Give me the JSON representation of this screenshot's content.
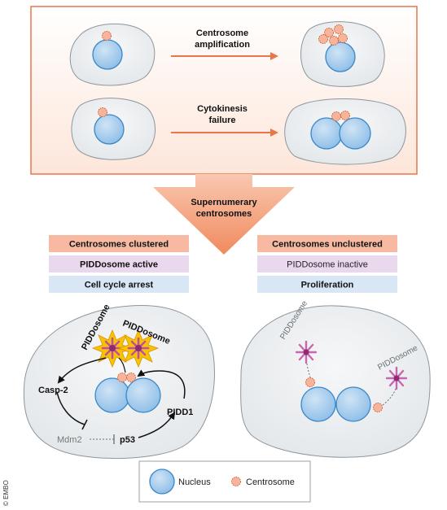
{
  "top_panel": {
    "row1_label_line1": "Centrosome",
    "row1_label_line2": "amplification",
    "row2_label_line1": "Cytokinesis",
    "row2_label_line1_b": "failure"
  },
  "funnel": {
    "line1": "Supernumerary",
    "line2": "centrosomes"
  },
  "left_boxes": {
    "box1": "Centrosomes clustered",
    "box2": "PIDDosome active",
    "box3": "Cell cycle arrest"
  },
  "right_boxes": {
    "box1": "Centrosomes unclustered",
    "box2": "PIDDosome inactive",
    "box3": "Proliferation"
  },
  "left_cell": {
    "piddosome_a": "PIDDosome",
    "piddosome_b": "PIDDosome",
    "casp2": "Casp-2",
    "mdm2": "Mdm2",
    "p53": "p53",
    "pidd1": "PIDD1"
  },
  "right_cell": {
    "piddosome_a": "PIDDosome",
    "piddosome_b": "PIDDosome"
  },
  "legend": {
    "nucleus": "Nucleus",
    "centrosome": "Centrosome"
  },
  "credit": "© EMBO",
  "colors": {
    "orange_border": "#e8764a",
    "cell_fill": "#eceff1",
    "nucleus_fill": "#a9d0ef",
    "nucleus_stroke": "#3a87c8",
    "centrosome_fill": "#f6b49a",
    "box_orange": "#f7b9a1",
    "box_purple": "#ead9ee",
    "box_blue": "#d8e6f5",
    "star_yellow": "#f6c400",
    "piddosome_magenta": "#c24ea5"
  }
}
